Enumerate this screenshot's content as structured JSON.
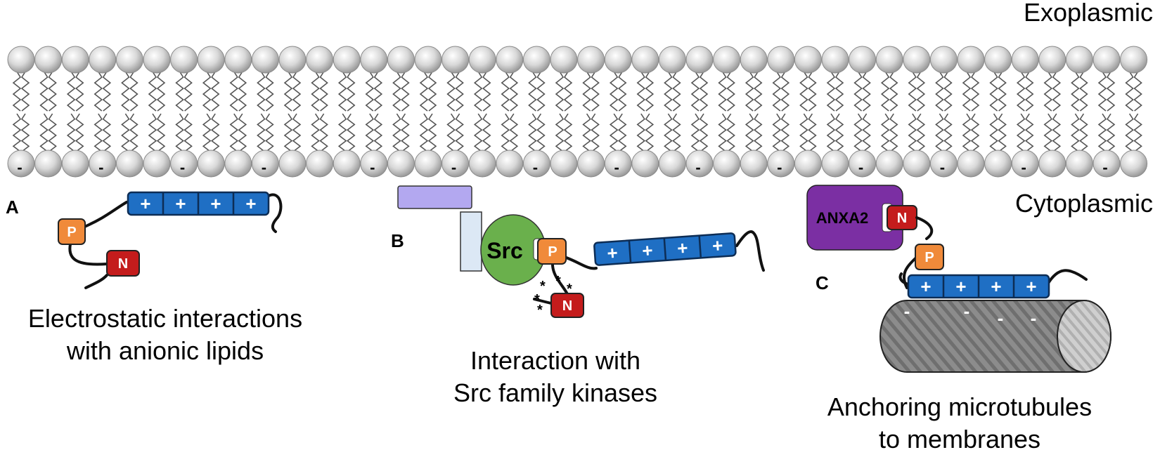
{
  "membrane": {
    "top_label": "Exoplasmic",
    "bottom_label": "Cytoplasmic",
    "anionic_mark": "-"
  },
  "panel_a": {
    "letter": "A",
    "p_label": "P",
    "n_label": "N",
    "plus_label": "+",
    "caption_line1": "Electrostatic interactions",
    "caption_line2": "with anionic lipids"
  },
  "panel_b": {
    "letter": "B",
    "src_label": "Src",
    "p_label": "P",
    "n_label": "N",
    "plus_label": "+",
    "star_mark": "*",
    "caption_line1": "Interaction with",
    "caption_line2": "Src family kinases"
  },
  "panel_c": {
    "letter": "C",
    "anxa2_label": "ANXA2",
    "p_label": "P",
    "n_label": "N",
    "plus_label": "+",
    "minus_label": "-",
    "caption_line1": "Anchoring microtubules",
    "caption_line2": "to membranes"
  },
  "colors": {
    "charged_segment": "#1f6fc4",
    "p_box": "#f08a3a",
    "n_box": "#c41c1c",
    "src": "#6ab04c",
    "anxa2": "#7b2fa3",
    "receptor_top": "#b3a8f0",
    "receptor_stem": "#dce8f5",
    "microtubule": "#8a8a8a"
  }
}
